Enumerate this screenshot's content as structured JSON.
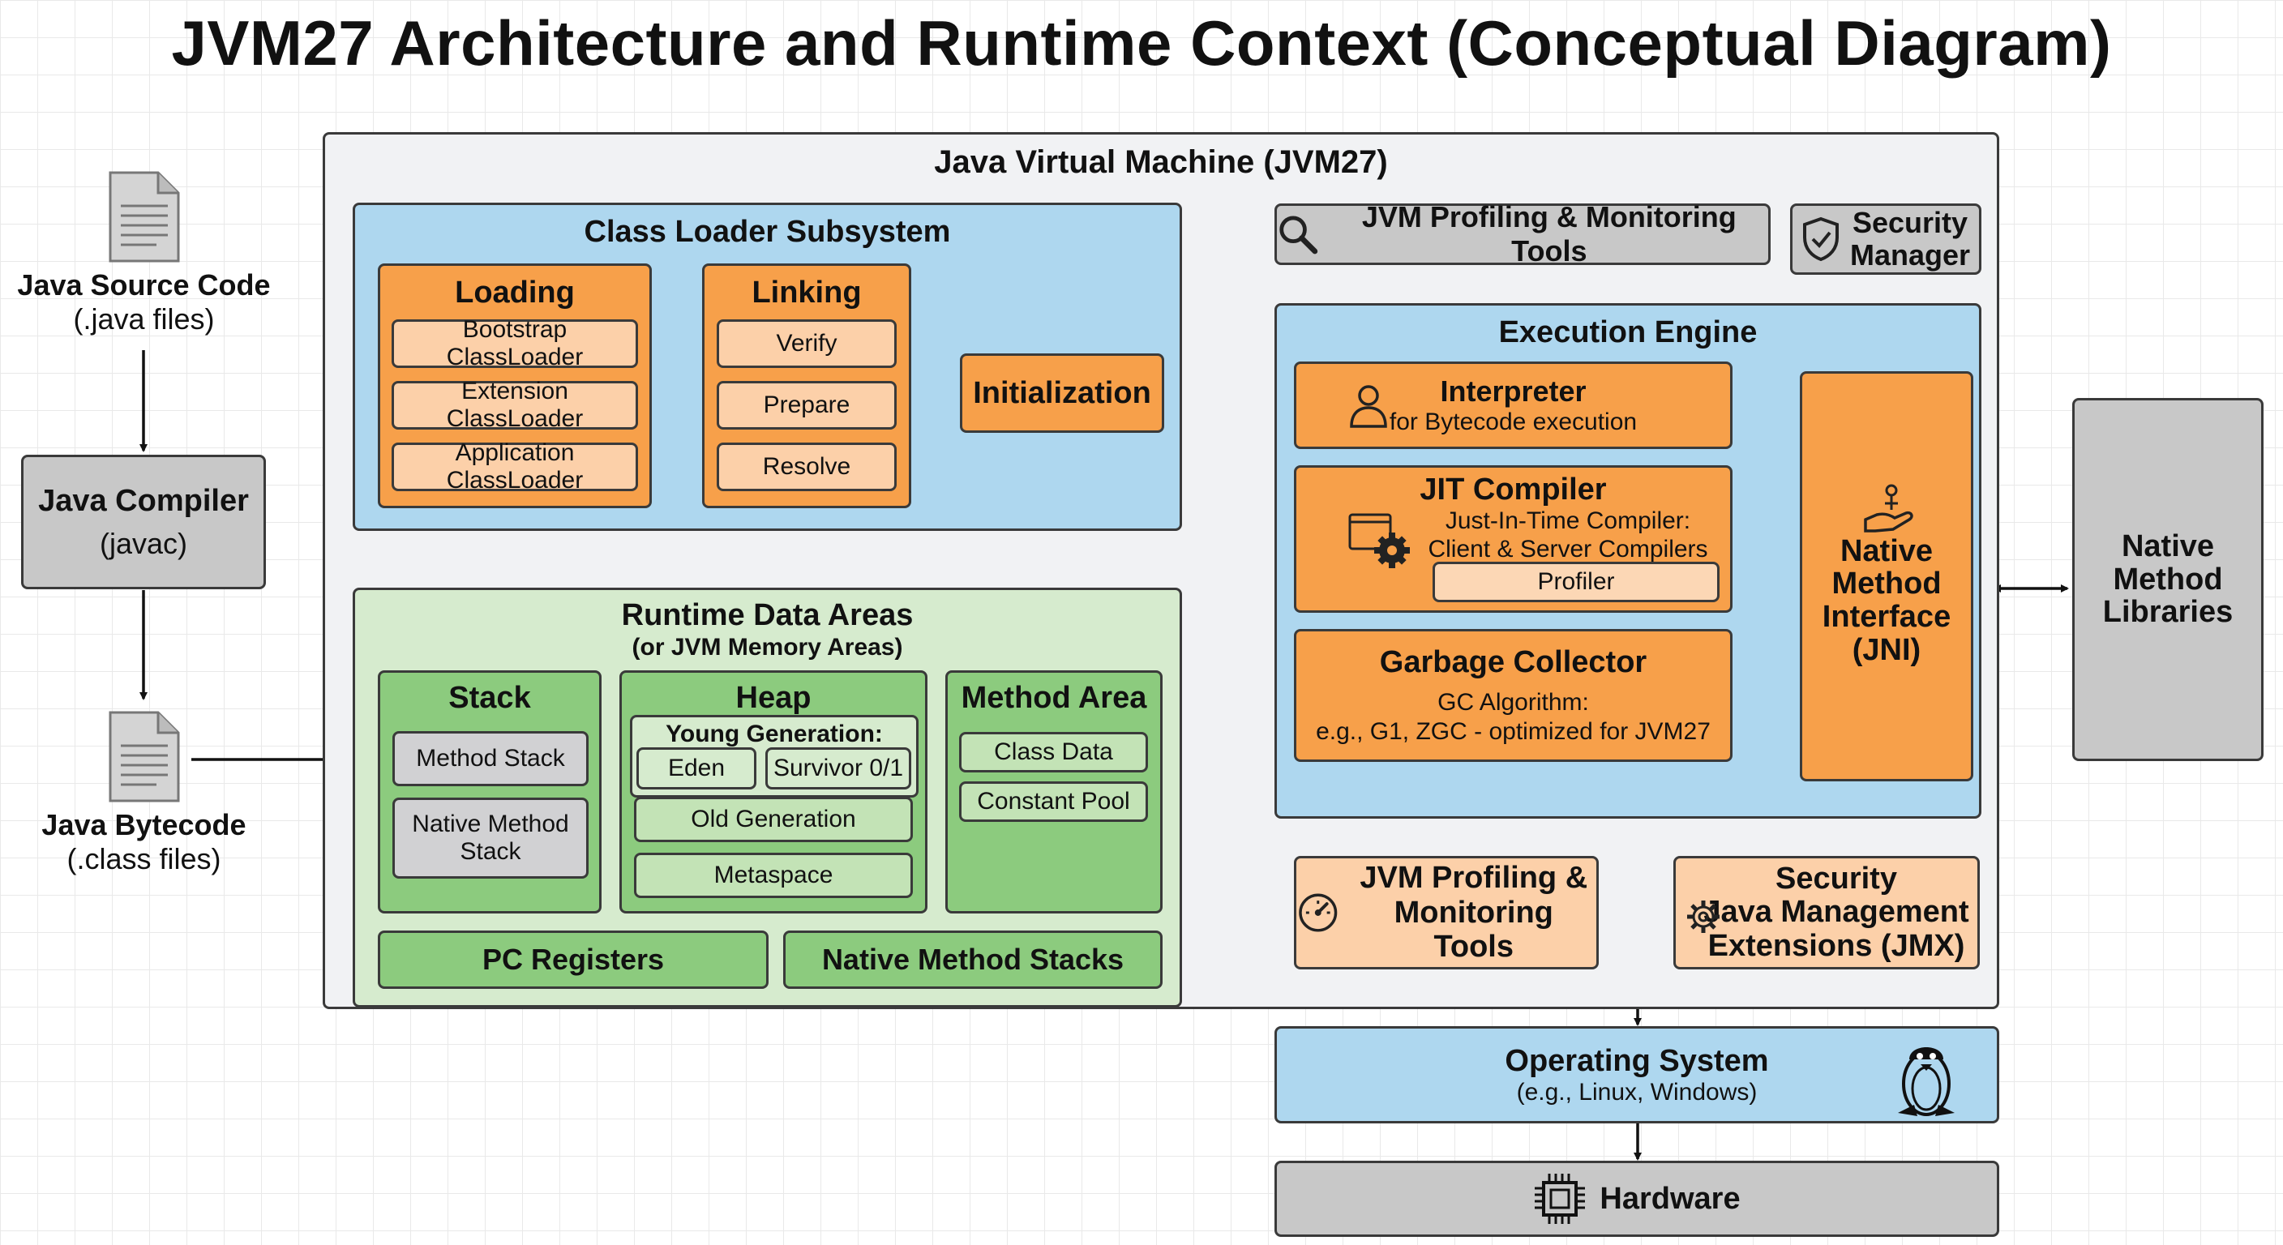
{
  "title": "JVM27 Architecture and Runtime Context (Conceptual Diagram)",
  "left": {
    "source_title": "Java Source Code",
    "source_sub": "(.java files)",
    "compiler_title": "Java Compiler",
    "compiler_sub": "(javac)",
    "bytecode_title": "Java Bytecode",
    "bytecode_sub": "(.class files)"
  },
  "jvm": {
    "title": "Java Virtual Machine (JVM27)",
    "class_loader": {
      "title": "Class Loader Subsystem",
      "loading": {
        "title": "Loading",
        "items": [
          "Bootstrap ClassLoader",
          "Extension ClassLoader",
          "Application ClassLoader"
        ]
      },
      "linking": {
        "title": "Linking",
        "items": [
          "Verify",
          "Prepare",
          "Resolve"
        ]
      },
      "initialization": "Initialization"
    },
    "runtime": {
      "title": "Runtime Data Areas",
      "subtitle": "(or JVM Memory Areas)",
      "stack": {
        "title": "Stack",
        "items": [
          "Method Stack",
          "Native Method\nStack"
        ]
      },
      "heap": {
        "title": "Heap",
        "young": "Young Generation:",
        "eden": "Eden",
        "survivor": "Survivor 0/1",
        "old": "Old Generation",
        "meta": "Metaspace"
      },
      "method_area": {
        "title": "Method Area",
        "items": [
          "Class Data",
          "Constant Pool"
        ]
      },
      "pc": "PC Registers",
      "native_stacks": "Native Method Stacks"
    },
    "tools_top": "JVM Profiling & Monitoring Tools",
    "security_top": "Security\nManager",
    "engine": {
      "title": "Execution Engine",
      "interpreter": {
        "title": "Interpreter",
        "sub": "for Bytecode execution"
      },
      "jit": {
        "title": "JIT Compiler",
        "sub": "Just-In-Time Compiler:\nClient & Server Compilers",
        "profiler": "Profiler"
      },
      "gc": {
        "title": "Garbage Collector",
        "sub": "GC Algorithm:\ne.g., G1, ZGC - optimized for JVM27"
      },
      "jni": "Native\nMethod\nInterface\n(JNI)"
    },
    "tools_bottom": "JVM Profiling &\nMonitoring Tools",
    "jmx": "Security\nJava Management\nExtensions (JMX)"
  },
  "native_libs": "Native\nMethod\nLibraries",
  "os": {
    "title": "Operating System",
    "sub": "(e.g., Linux, Windows)"
  },
  "hardware": "Hardware",
  "icons": [
    "document-icon",
    "magnifier-icon",
    "shield-icon",
    "person-icon",
    "gear-window-icon",
    "hand-icon",
    "gauge-icon",
    "cog-icon",
    "penguin-icon",
    "chip-icon"
  ]
}
